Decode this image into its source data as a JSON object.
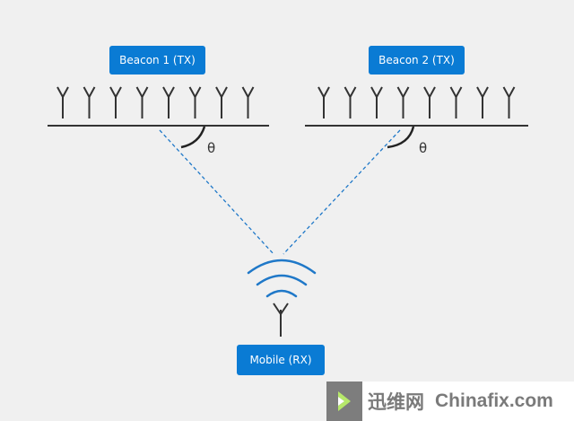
{
  "beacons": [
    {
      "label": "Beacon 1 (TX)",
      "angle_symbol": "θ",
      "antenna_count": 8
    },
    {
      "label": "Beacon 2 (TX)",
      "angle_symbol": "θ",
      "antenna_count": 8
    }
  ],
  "mobile": {
    "label": "Mobile (RX)"
  },
  "colors": {
    "accent": "#0a7bd4",
    "line": "#333333",
    "beam": "#1f78c8",
    "background": "#f0f0f0"
  },
  "watermark": {
    "chinese": "迅维网",
    "brand": "Chinafix",
    "tld": ".com",
    "icon": "chevron-right-icon"
  }
}
